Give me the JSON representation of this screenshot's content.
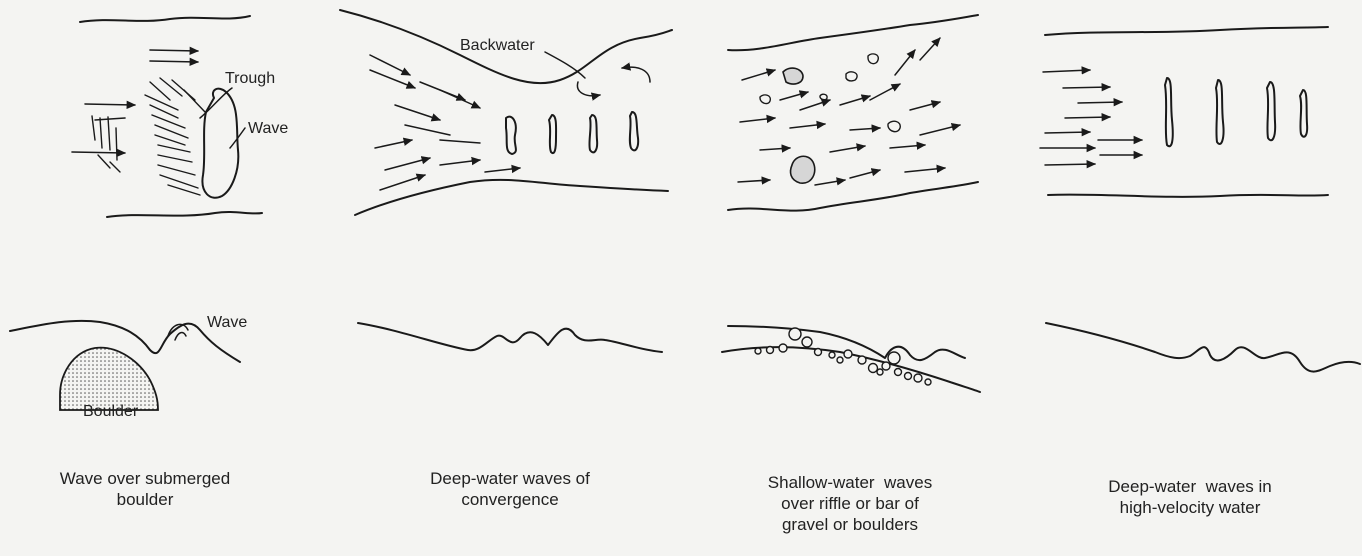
{
  "labels": {
    "trough": "Trough",
    "wave_top": "Wave",
    "wave_side": "Wave",
    "boulder": "Boulder",
    "backwater": "Backwater"
  },
  "captions": {
    "panel1": [
      "Wave over submerged",
      "boulder"
    ],
    "panel2": [
      "Deep-water waves of",
      "convergence"
    ],
    "panel3": [
      "Shallow-water  waves",
      "over riffle or bar of",
      "gravel or boulders"
    ],
    "panel4": [
      "Deep-water  waves in",
      "high-velocity water"
    ]
  },
  "colors": {
    "ink": "#1a1a1a",
    "paper": "#f4f4f2",
    "boulder_fill": "#d6d6d6"
  }
}
